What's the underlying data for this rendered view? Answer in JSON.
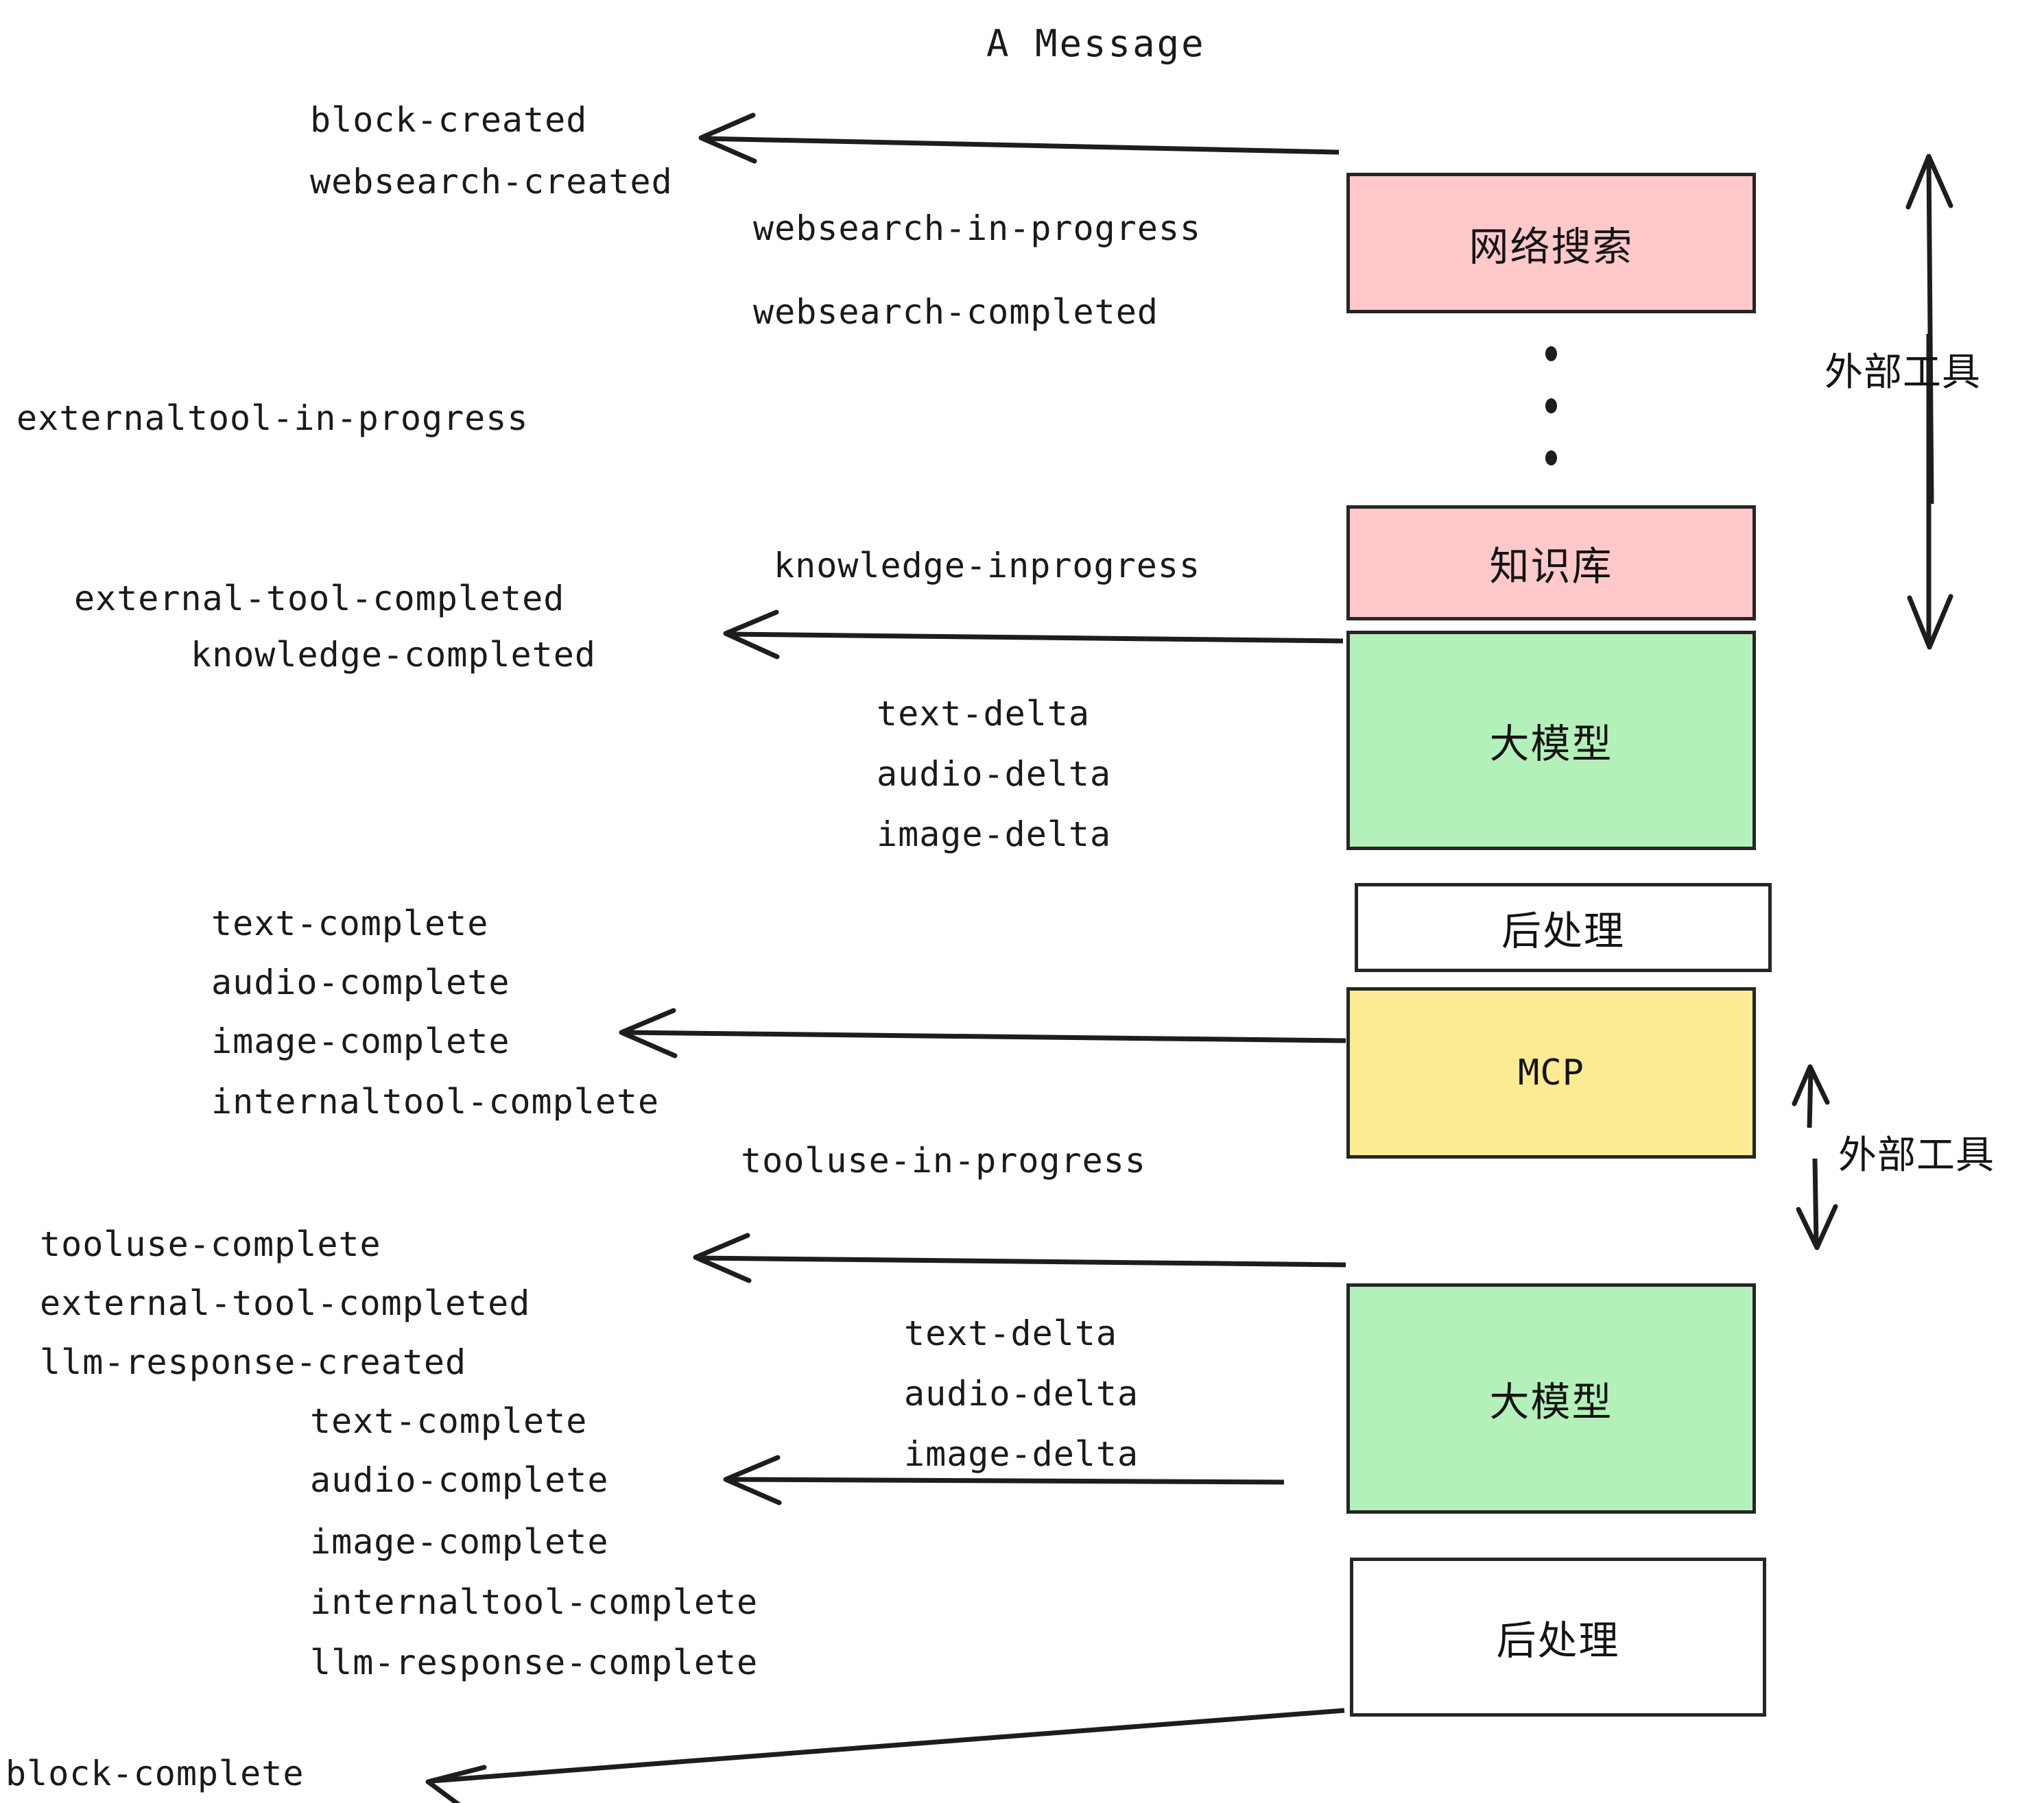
{
  "title": "A Message",
  "colors": {
    "pink": "#ffc9cb",
    "green": "#b4f0b9",
    "yellow": "#fceb92",
    "white": "#ffffff",
    "stroke": "#262626",
    "text": "#1a1a1a"
  },
  "nodes": [
    {
      "id": "websearch",
      "label": "网络搜索",
      "fill": "#ffc9cb"
    },
    {
      "id": "knowledge",
      "label": "知识库",
      "fill": "#ffc9cb"
    },
    {
      "id": "llm-1",
      "label": "大模型",
      "fill": "#b4f0b9"
    },
    {
      "id": "postprocess-1",
      "label": "后处理",
      "fill": "#ffffff"
    },
    {
      "id": "mcp",
      "label": "MCP",
      "fill": "#fceb92"
    },
    {
      "id": "llm-2",
      "label": "大模型",
      "fill": "#b4f0b9"
    },
    {
      "id": "postprocess-2",
      "label": "后处理",
      "fill": "#ffffff"
    }
  ],
  "side_labels": [
    {
      "id": "external-tools-top",
      "label": "外部工具"
    },
    {
      "id": "external-tools-bottom",
      "label": "外部工具"
    }
  ],
  "events": {
    "block_created": "block-created",
    "websearch_created": "websearch-created",
    "websearch_in_progress": "websearch-in-progress",
    "websearch_completed": "websearch-completed",
    "externaltool_in_progress": "externaltool-in-progress",
    "knowledge_inprogress": "knowledge-inprogress",
    "external_tool_completed_1": "external-tool-completed",
    "knowledge_completed": "knowledge-completed",
    "text_delta_1": "text-delta",
    "audio_delta_1": "audio-delta",
    "image_delta_1": "image-delta",
    "text_complete_1": "text-complete",
    "audio_complete_1": "audio-complete",
    "image_complete_1": "image-complete",
    "internaltool_complete_1": "internaltool-complete",
    "tooluse_in_progress": "tooluse-in-progress",
    "tooluse_complete": "tooluse-complete",
    "external_tool_completed_2": "external-tool-completed",
    "llm_response_created": "llm-response-created",
    "text_delta_2": "text-delta",
    "audio_delta_2": "audio-delta",
    "image_delta_2": "image-delta",
    "text_complete_2": "text-complete",
    "audio_complete_2": "audio-complete",
    "image_complete_2": "image-complete",
    "internaltool_complete_2": "internaltool-complete",
    "llm_response_complete": "llm-response-complete",
    "block_complete": "block-complete"
  }
}
